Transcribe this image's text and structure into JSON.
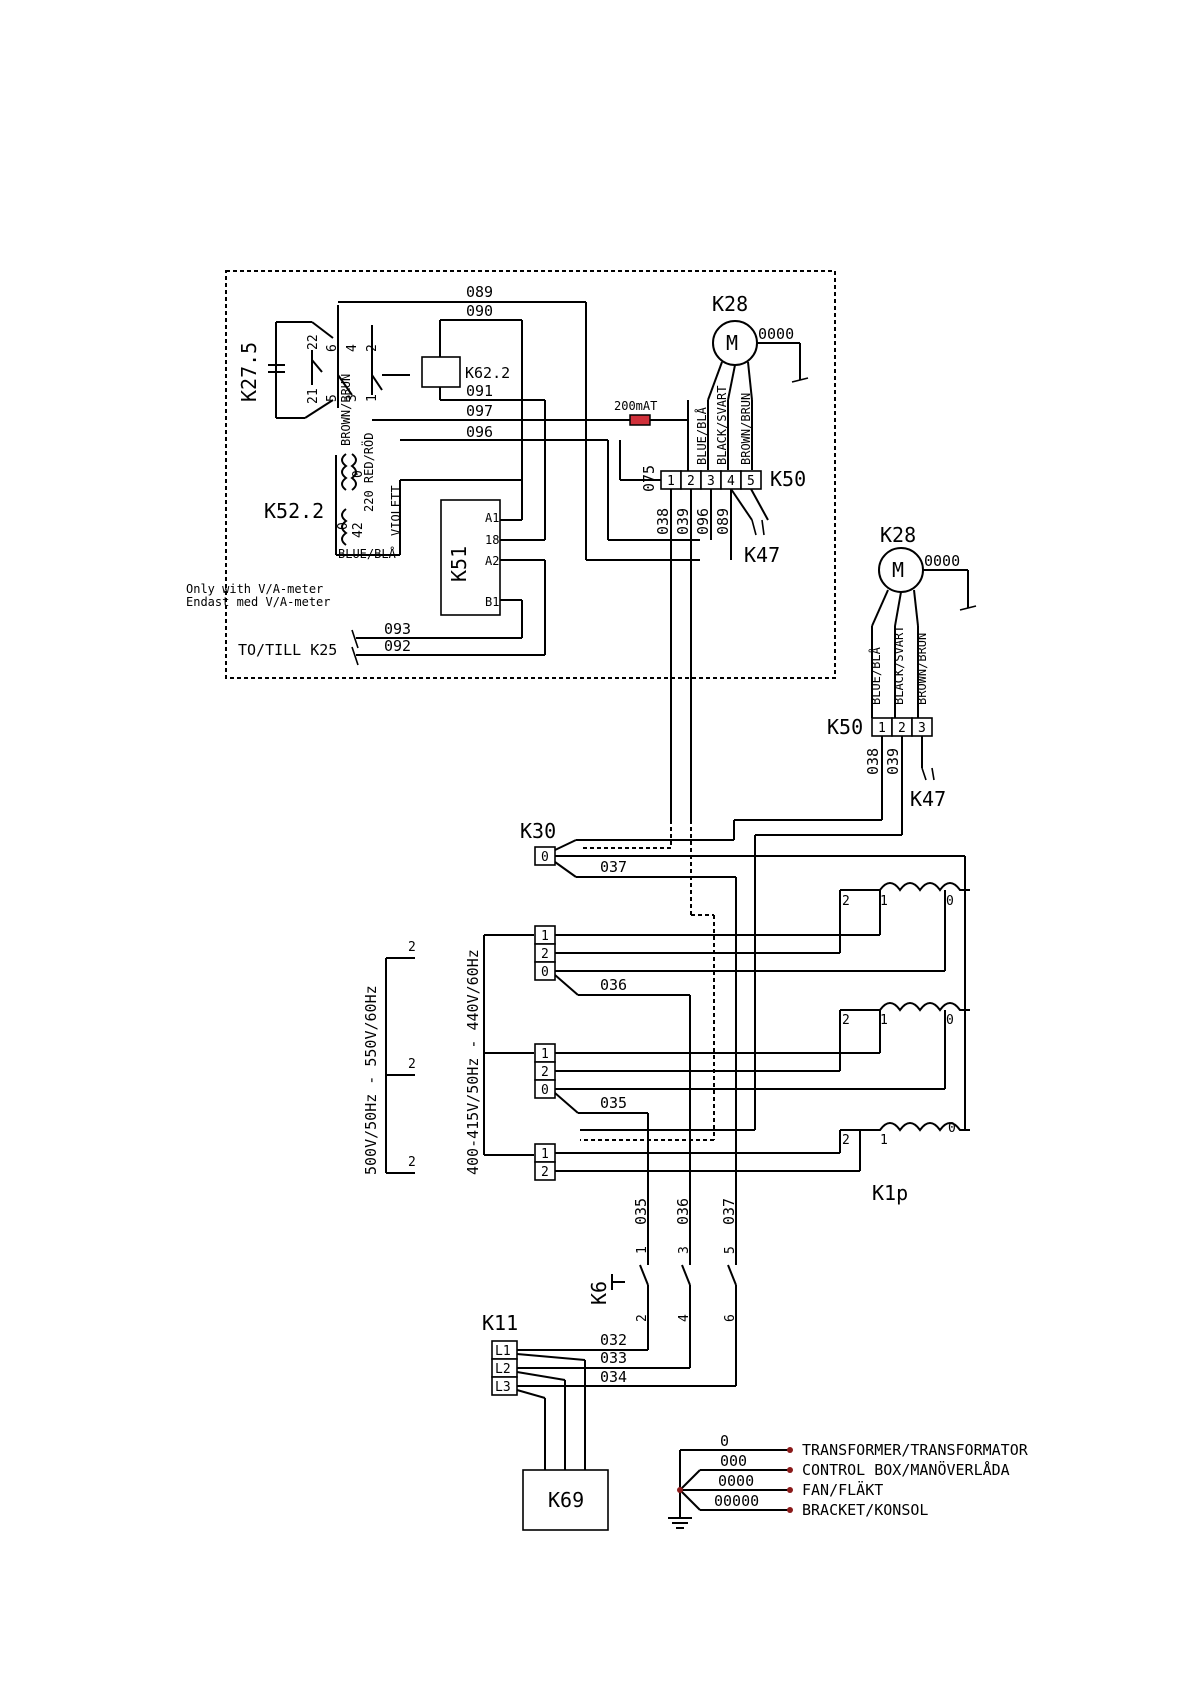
{
  "components": {
    "k27_5": "K27.5",
    "k62_2": "K62.2",
    "k52_2": "K52.2",
    "k51": "K51",
    "k28": "K28",
    "k50": "K50",
    "k47": "K47",
    "k30": "K30",
    "k1p": "K1p",
    "k6": "K6",
    "k11": "K11",
    "k69": "K69",
    "motor": "M"
  },
  "notes": {
    "va_meter_en": "Only with V/A-meter",
    "va_meter_sv": "Endast med V/A-meter",
    "to_k25": "TO/TILL K25",
    "fuse": "200mAT",
    "supply_1": "500V/50Hz - 550V/60Hz",
    "supply_2": "400-415V/50Hz - 440V/60Hz",
    "phase_mark": "2"
  },
  "wire_numbers": {
    "w089": "089",
    "w090": "090",
    "w091": "091",
    "w097": "097",
    "w096": "096",
    "w075": "075",
    "w093": "093",
    "w092": "092",
    "w038": "038",
    "w039": "039",
    "w037": "037",
    "w036": "036",
    "w035": "035",
    "w032": "032",
    "w033": "033",
    "w034": "034",
    "w0000": "0000"
  },
  "wire_colors": {
    "brown": "BROWN/BRUN",
    "red": "220 RED/RÖD",
    "violet": "VIOLETT",
    "blue": "BLUE/BLÅ",
    "black": "BLACK/SVART"
  },
  "terminals": {
    "k51": [
      "A1",
      "18",
      "A2",
      "B1"
    ],
    "k52_taps": [
      "0",
      "42"
    ],
    "k11": [
      "L1",
      "L2",
      "L3"
    ],
    "k27_contacts": [
      "22",
      "21",
      "6",
      "5",
      "4",
      "3",
      "2",
      "1"
    ],
    "k6_top": [
      "1",
      "3",
      "5"
    ],
    "k6_bottom": [
      "2",
      "4",
      "6"
    ],
    "block_1_2_0": [
      "1",
      "2",
      "0"
    ],
    "block_1_2": [
      "1",
      "2"
    ],
    "k50_upper": [
      "1",
      "2",
      "3",
      "4",
      "5"
    ],
    "k50_lower": [
      "1",
      "2",
      "3"
    ],
    "k30": [
      "0"
    ],
    "coil_taps": [
      "2",
      "1",
      "0"
    ]
  },
  "ground_legend": [
    {
      "code": "0",
      "label": "TRANSFORMER/TRANSFORMATOR"
    },
    {
      "code": "000",
      "label": "CONTROL BOX/MANÖVERLÅDA"
    },
    {
      "code": "0000",
      "label": "FAN/FLÄKT"
    },
    {
      "code": "00000",
      "label": "BRACKET/KONSOL"
    }
  ],
  "colors": {
    "line": "#000000",
    "fuse_fill": "#d0303a",
    "legend_dot": "#8b1a1a"
  }
}
